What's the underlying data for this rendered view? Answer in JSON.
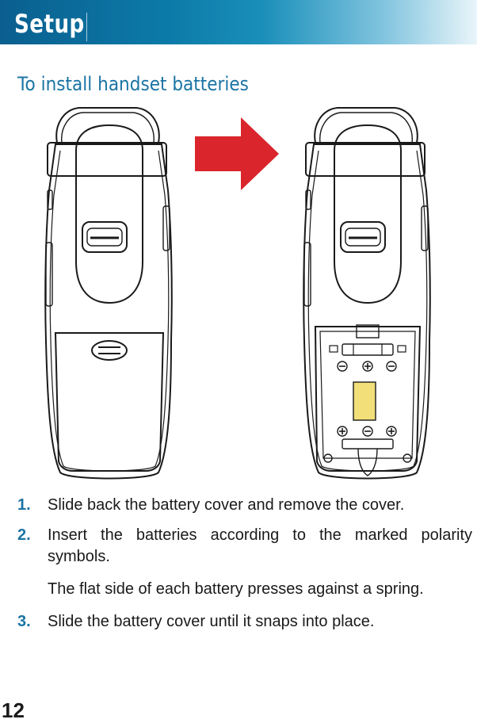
{
  "header": {
    "title": "Setup"
  },
  "section": {
    "title": "To install handset batteries"
  },
  "illustration": {
    "arrow_color": "#d9252b",
    "line_color": "#1a1a1a"
  },
  "steps": [
    {
      "number": "1.",
      "text": "Slide back the battery cover and remove the cover."
    },
    {
      "number": "2.",
      "text": "Insert the batteries according to the marked polarity symbols."
    },
    {
      "number": "3.",
      "text": "Slide the battery cover until it snaps into place."
    }
  ],
  "note": "The flat side of each battery presses against a spring.",
  "footer": {
    "page_number": "12"
  }
}
